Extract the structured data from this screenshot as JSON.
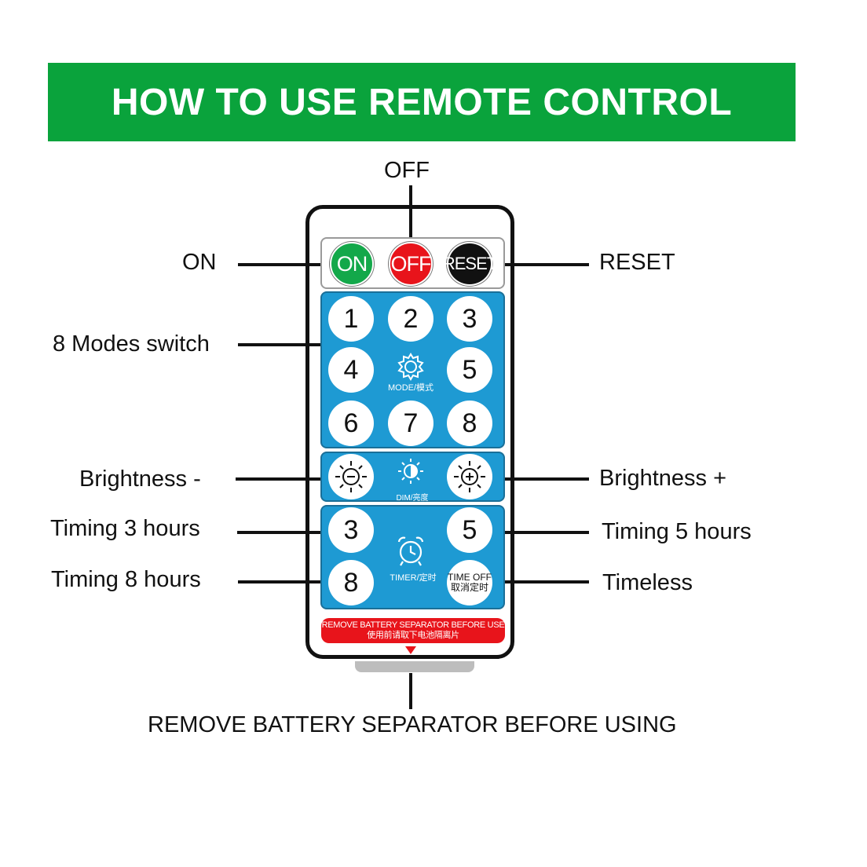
{
  "title": "HOW TO USE REMOTE CONTROL",
  "colors": {
    "banner": "#0aa33c",
    "on_button": "#13a84a",
    "off_button": "#e8141b",
    "reset_button": "#111111",
    "panel": "#1e9ad3",
    "warning": "#e8141b"
  },
  "callouts": {
    "off": "OFF",
    "on": "ON",
    "reset": "RESET",
    "modes": "8 Modes switch",
    "brightness_minus": "Brightness -",
    "brightness_plus": "Brightness +",
    "timing3": "Timing 3 hours",
    "timing5": "Timing 5 hours",
    "timing8": "Timing 8 hours",
    "timeless": "Timeless",
    "separator": "REMOVE BATTERY SEPARATOR BEFORE USING"
  },
  "remote": {
    "power_buttons": {
      "on": "ON",
      "off": "OFF",
      "reset": "RESET"
    },
    "modes": [
      "1",
      "2",
      "3",
      "4",
      "5",
      "6",
      "7",
      "8"
    ],
    "mode_label": "MODE/模式",
    "dim_label": "DIM/亮度",
    "timer_buttons": [
      "3",
      "5",
      "8"
    ],
    "timer_label": "TIMER/定时",
    "time_off": [
      "TIME OFF",
      "取消定时"
    ],
    "warning": [
      "REMOVE BATTERY SEPARATOR BEFORE USE",
      "使用前请取下电池隔离片"
    ]
  },
  "icons": {
    "mode": "gear-icon",
    "dim": "half-sun-icon",
    "brightness_down": "sun-minus-icon",
    "brightness_up": "sun-plus-icon",
    "timer": "alarm-clock-icon",
    "warning_arrow": "triangle-down-icon"
  }
}
